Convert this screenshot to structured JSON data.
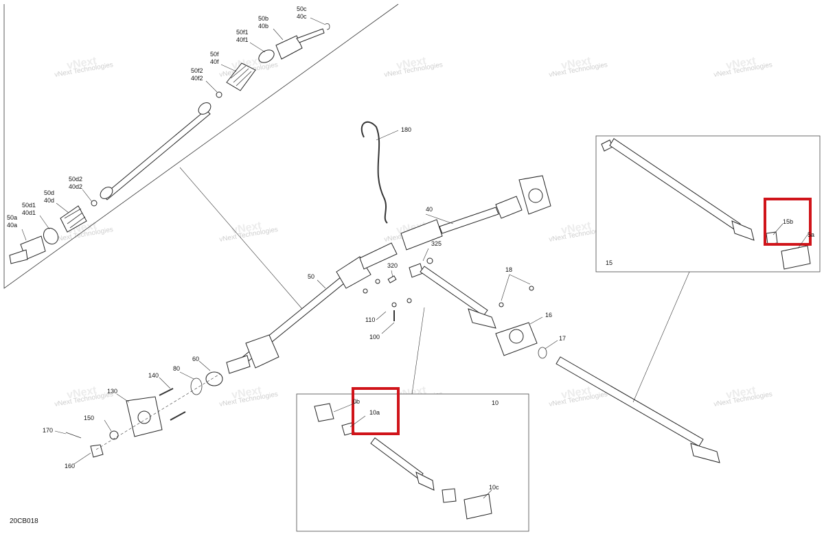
{
  "diagram": {
    "code": "20CB018",
    "watermark": {
      "line1": "vNext",
      "line2": "Technologies"
    },
    "inset_labels": {
      "front_inset": "10",
      "rear_inset": "15"
    },
    "callouts": {
      "c50c": "50c",
      "c40c": "40c",
      "c50b": "50b",
      "c40b": "40b",
      "c50f1": "50f1",
      "c40f1": "40f1",
      "c50f": "50f",
      "c40f": "40f",
      "c50f2": "50f2",
      "c40f2": "40f2",
      "c50d2": "50d2",
      "c40d2": "40d2",
      "c50d": "50d",
      "c40d": "40d",
      "c50d1": "50d1",
      "c40d1": "40d1",
      "c50a": "50a",
      "c40a": "40a",
      "c180": "180",
      "c40": "40",
      "c325": "325",
      "c320": "320",
      "c50": "50",
      "c110": "110",
      "c100": "100",
      "c18": "18",
      "c16": "16",
      "c17": "17",
      "c60": "60",
      "c80": "80",
      "c140": "140",
      "c130": "130",
      "c150": "150",
      "c170": "170",
      "c160": "160",
      "c10b": "0b",
      "c10a": "10a",
      "c10c": "10c",
      "c15b": "15b",
      "c15a": "5a"
    },
    "highlight_color": "#d0141a"
  }
}
